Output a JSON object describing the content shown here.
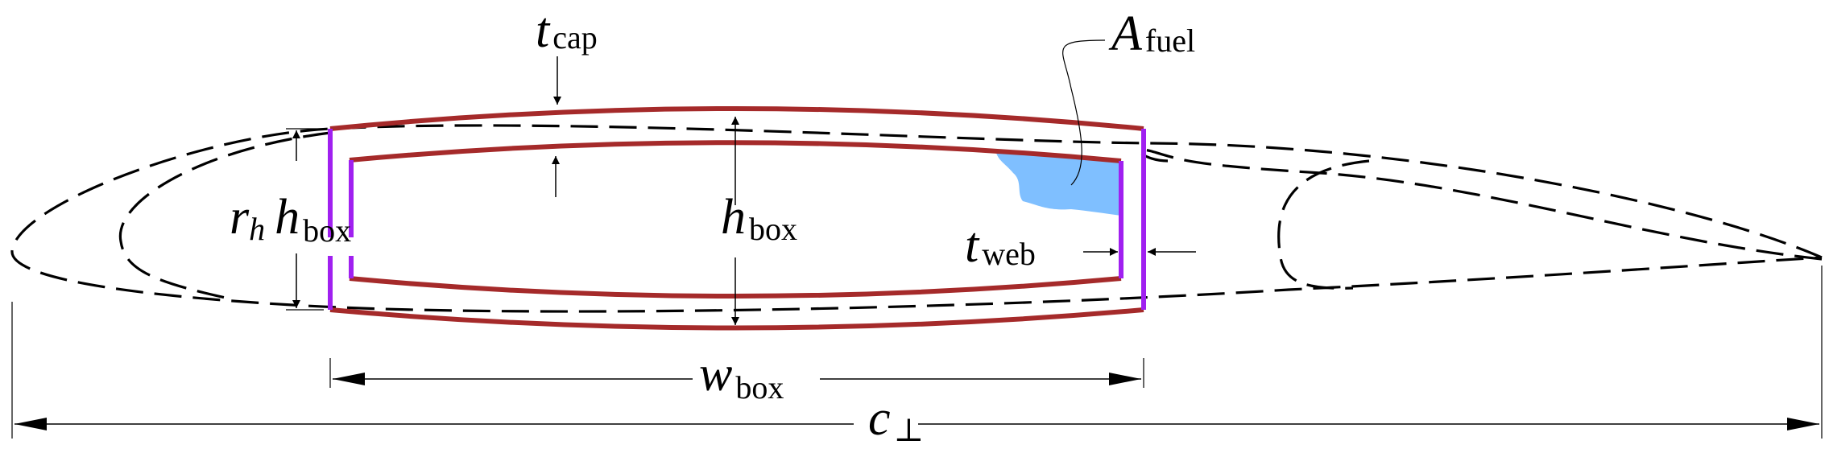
{
  "labels": {
    "t_cap": {
      "main": "t",
      "sub": "cap"
    },
    "A_fuel": {
      "main": "A",
      "sub": "fuel"
    },
    "rh_hbox": {
      "r": "r",
      "r_sub": "h",
      "main": "h",
      "sub": "box"
    },
    "h_box": {
      "main": "h",
      "sub": "box"
    },
    "t_web": {
      "main": "t",
      "sub": "web"
    },
    "w_box": {
      "main": "w",
      "sub": "box"
    },
    "c_perp": {
      "main": "c",
      "sub": "⊥"
    }
  },
  "colors": {
    "cap": "#a52a2a",
    "web": "#a020f0",
    "fuel": "#7fbfff",
    "outline": "#000000"
  }
}
